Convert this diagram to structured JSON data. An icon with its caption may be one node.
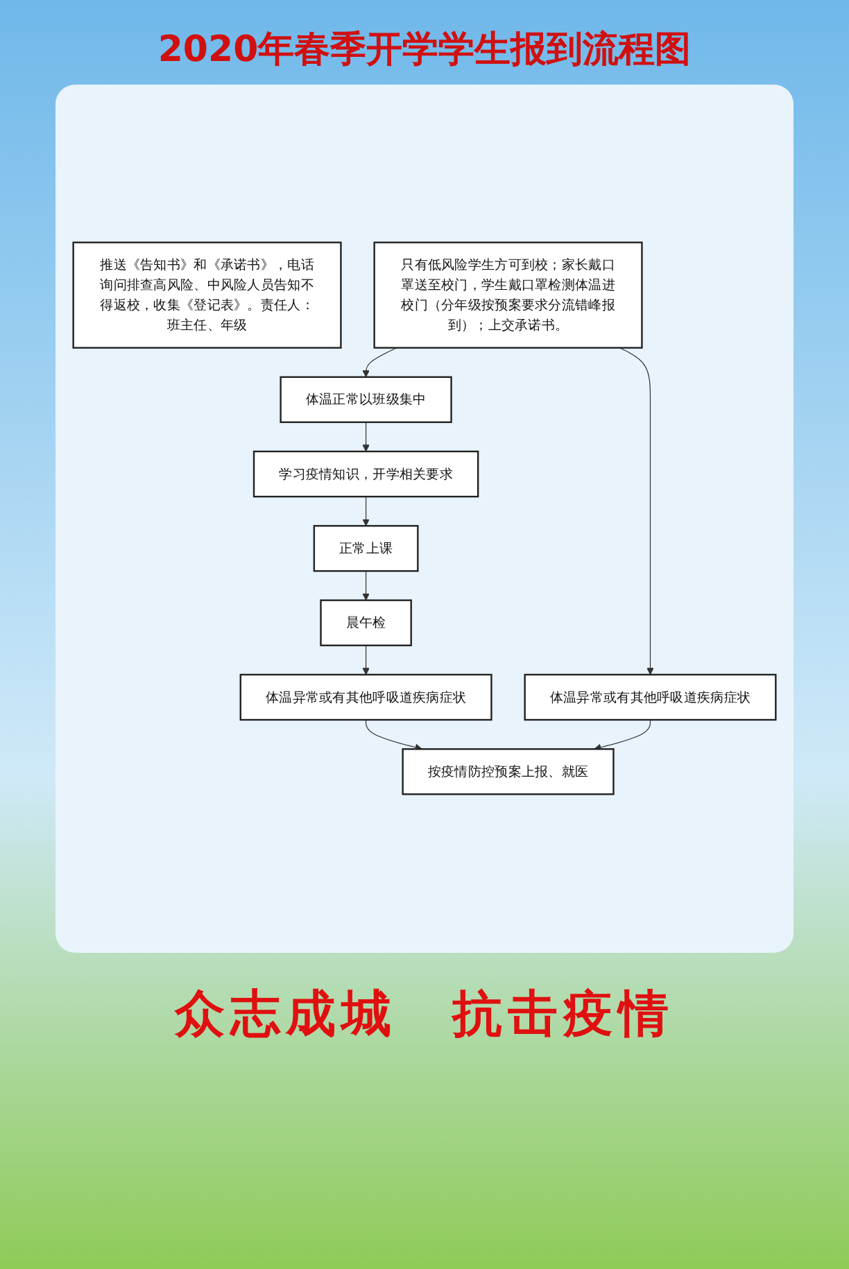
{
  "diagram": {
    "title": "2020年春季开学学生报到流程图",
    "nodes": [
      {
        "text": [
          "推送《告知书》和《承诺书》，电话询问排查高风险、中风险人员告知不得返校，收集《登记表》。责任人：班主任、年级"
        ]
      },
      {
        "text": [
          "只有低风险学生方可到校；家长戴口罩送至校门，学生戴口罩检测体温进校门（分年级按预案要求分流错峰报到）；上交承诺书。"
        ]
      },
      {
        "text": [
          "体温正常以班级集中"
        ]
      },
      {
        "text": [
          "体温异常或有其他呼吸道疾病症状"
        ]
      },
      {
        "text": [
          "学习疫情知识，开学相关要求"
        ]
      },
      {
        "text": [
          "正常上课"
        ]
      },
      {
        "text": [
          "晨午检"
        ]
      },
      {
        "text": [
          "体温异常或有其他呼吸道疾病症状"
        ]
      },
      {
        "text": [
          "按疫情防控预案上报、就医"
        ]
      }
    ],
    "edges": [
      {
        "from": 1,
        "to": 2,
        "arrow": "to"
      },
      {
        "from": 1,
        "to": 3,
        "arrow": "to"
      },
      {
        "from": 2,
        "to": 4,
        "arrow": "to"
      },
      {
        "from": 4,
        "to": 5,
        "arrow": "to"
      },
      {
        "from": 5,
        "to": 6,
        "arrow": "to"
      },
      {
        "from": 6,
        "to": 7,
        "arrow": "to"
      },
      {
        "from": 7,
        "to": 8,
        "arrow": "to"
      },
      {
        "from": 3,
        "to": 8,
        "arrow": "to"
      }
    ],
    "labels": [
      "众志成城　抗击疫情"
    ]
  }
}
